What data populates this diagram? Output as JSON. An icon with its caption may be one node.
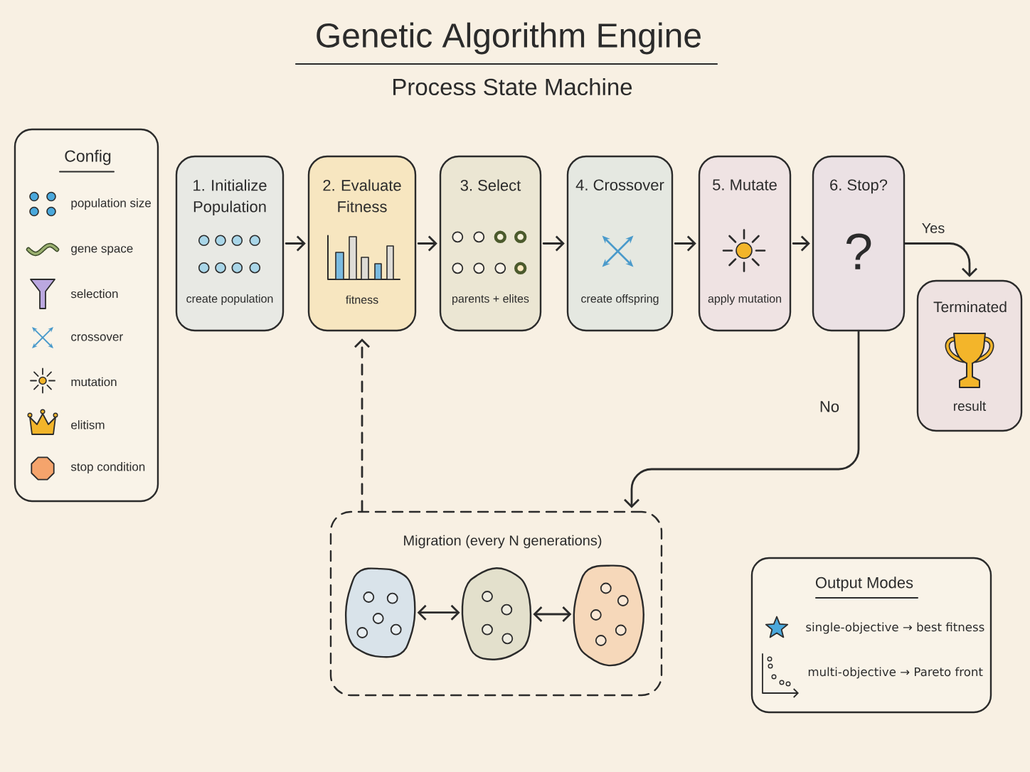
{
  "diagram": {
    "title": "Genetic Algorithm Engine",
    "nodes": [
      {
        "text": [
          "Config",
          "population size",
          "gene space",
          "selection",
          "crossover",
          "mutation",
          "elitism",
          "stop condition"
        ]
      },
      {
        "text": [
          "1. Initialize Population",
          "create population"
        ]
      },
      {
        "text": [
          "2. Evaluate Fitness",
          "fitness"
        ]
      },
      {
        "text": [
          "3. Select",
          "parents + elites"
        ]
      },
      {
        "text": [
          "4. Crossover",
          "create offspring"
        ]
      },
      {
        "text": [
          "5. Mutate",
          "apply mutation"
        ]
      },
      {
        "text": [
          "6. Stop?",
          "?"
        ]
      },
      {
        "text": [
          "Terminated",
          "result"
        ]
      },
      {
        "text": [
          "Migration (every N generations)"
        ]
      },
      {
        "text": [],
        "shape": "blob",
        "in": 8
      },
      {
        "text": [],
        "shape": "blob",
        "in": 8
      },
      {
        "text": [],
        "shape": "blob",
        "in": 8
      },
      {
        "text": [
          "Output Modes",
          "single-objective → best fitness",
          "multi-objective → Pareto front"
        ]
      }
    ],
    "edges": [
      {
        "from": 1,
        "to": 2,
        "arrow": "to"
      },
      {
        "from": 2,
        "to": 3,
        "arrow": "to"
      },
      {
        "from": 3,
        "to": 4,
        "arrow": "to"
      },
      {
        "from": 4,
        "to": 5,
        "arrow": "to"
      },
      {
        "from": 5,
        "to": 6,
        "arrow": "to"
      },
      {
        "from": 6,
        "to": 7,
        "arrow": "to",
        "label": "Yes"
      },
      {
        "from": 6,
        "to": 8,
        "arrow": "to",
        "label": "No"
      },
      {
        "from": 8,
        "to": 2,
        "arrow": "to",
        "style": "dashed"
      },
      {
        "from": 9,
        "to": 10,
        "arrow": "both"
      },
      {
        "from": 10,
        "to": 11,
        "arrow": "both"
      }
    ],
    "labels": [
      "Process State Machine"
    ]
  }
}
